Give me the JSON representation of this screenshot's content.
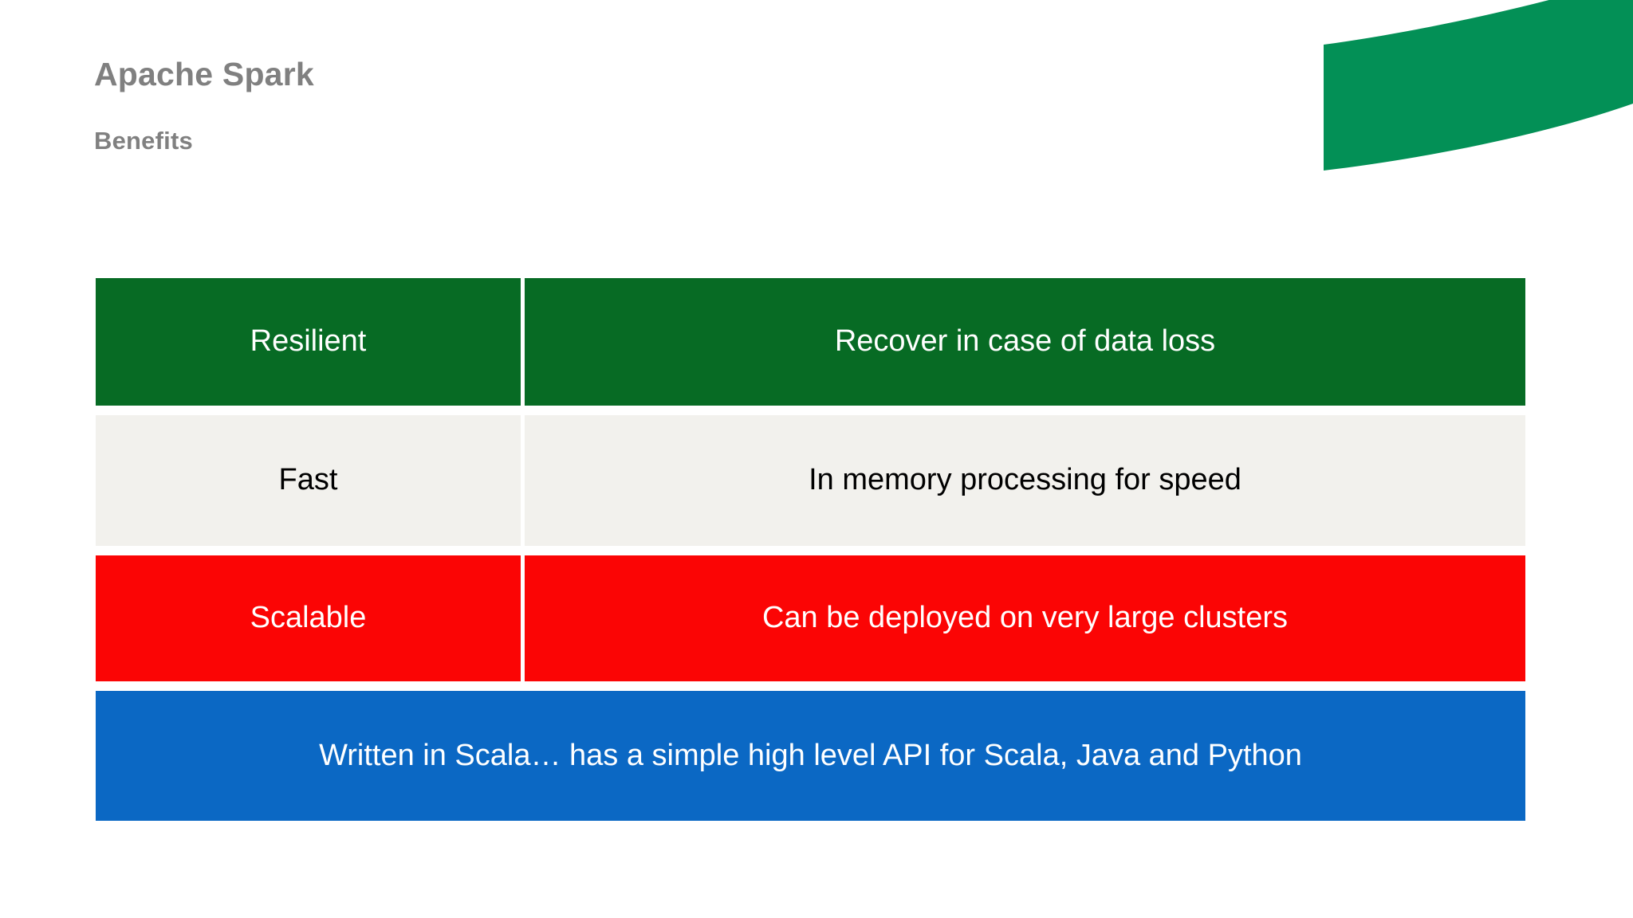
{
  "slide": {
    "title": "Apache Spark",
    "subtitle": "Benefits",
    "title_color": "#808080",
    "background_color": "#ffffff"
  },
  "decoration": {
    "ribbon_name": "green-wave-ribbon",
    "ribbon_color": "#039056"
  },
  "table": {
    "rows": [
      {
        "label": "Resilient",
        "description": "Recover in case of data loss",
        "background": "#076B24",
        "text_color": "#ffffff",
        "full_width": false
      },
      {
        "label": "Fast",
        "description": "In memory processing for speed",
        "background": "#F2F1ED",
        "text_color": "#000000",
        "full_width": false
      },
      {
        "label": "Scalable",
        "description": "Can be deployed on very large clusters",
        "background": "#FB0505",
        "text_color": "#ffffff",
        "full_width": false
      },
      {
        "label": "",
        "description": "Written in Scala… has a simple high level API for Scala, Java and Python",
        "background": "#0B68C4",
        "text_color": "#ffffff",
        "full_width": true
      }
    ]
  }
}
